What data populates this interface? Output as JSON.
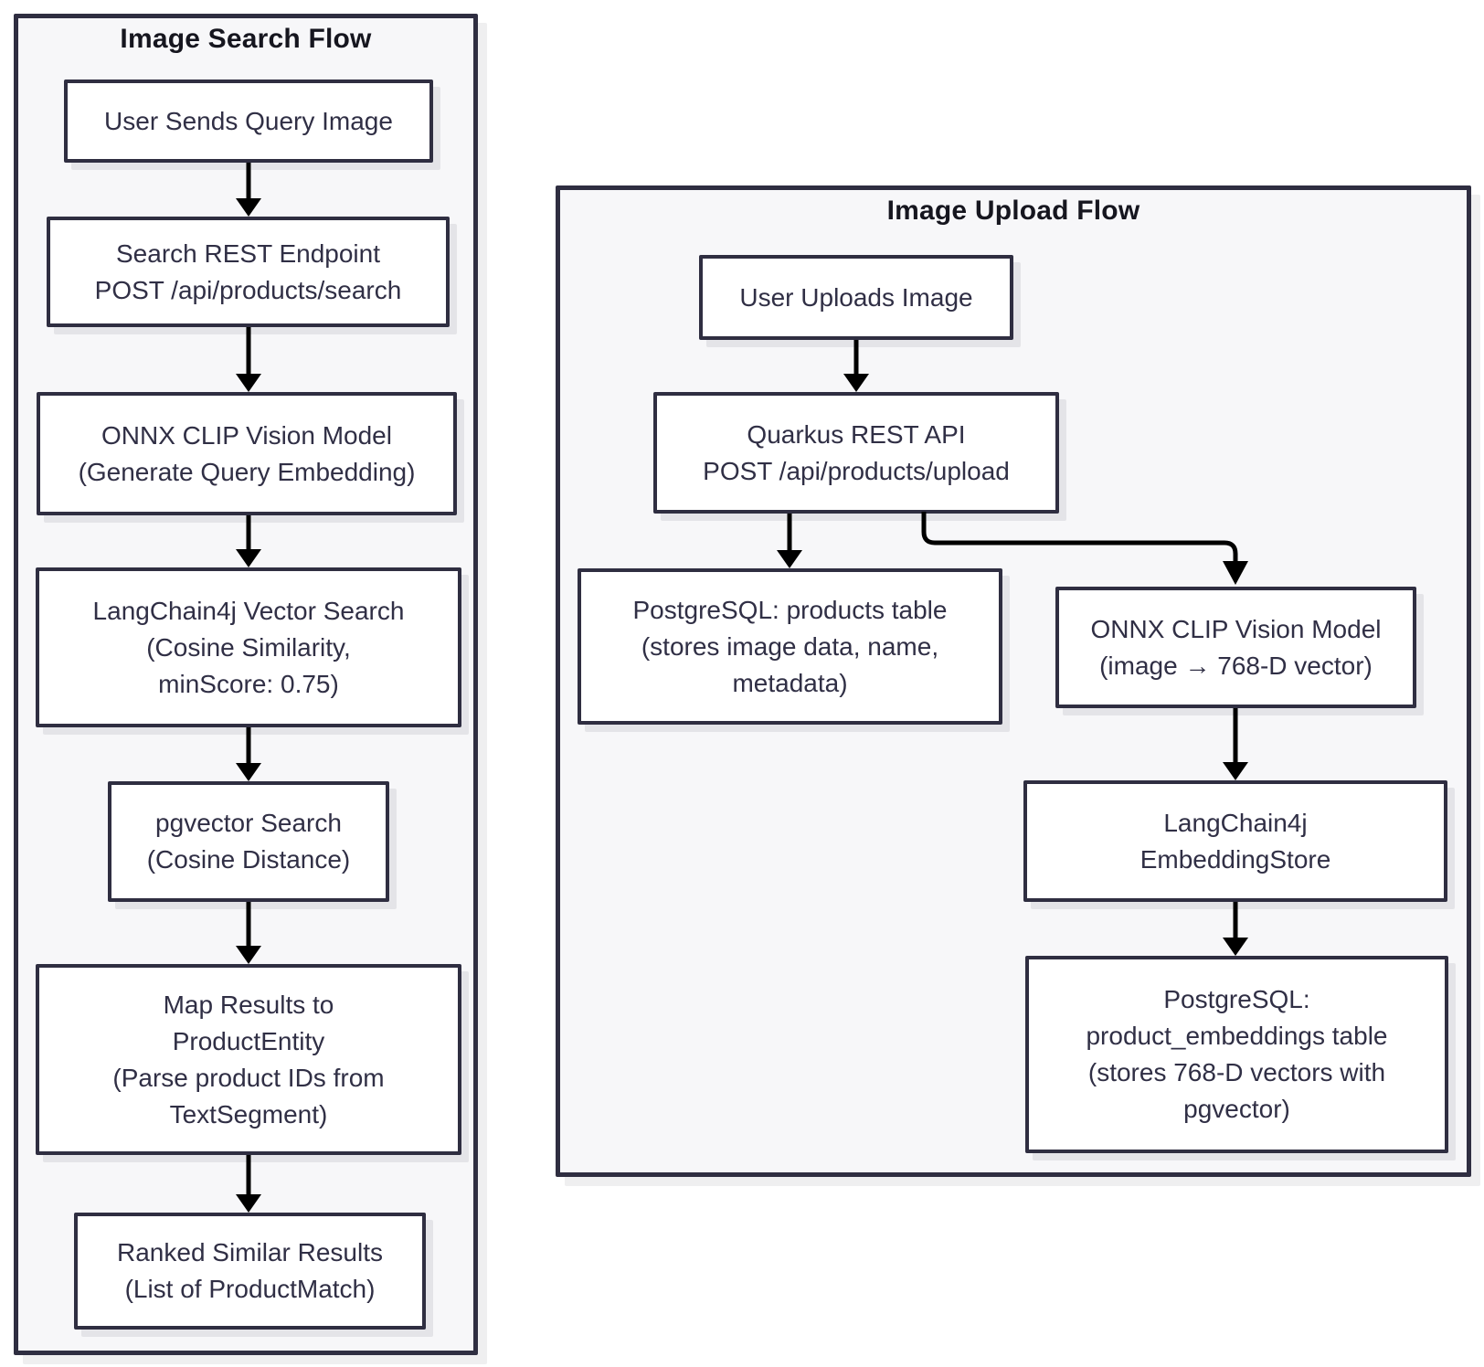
{
  "colors": {
    "page_background": "#ffffff",
    "panel_fill": "#f7f7f9",
    "node_fill": "#ffffff",
    "border": "#2f2e41",
    "text": "#302f45",
    "title_text": "#16161f",
    "arrow": "#000000"
  },
  "diagram": {
    "search_flow": {
      "title": "Image Search Flow",
      "nodes": [
        {
          "id": "user-sends-query-image",
          "text": "User Sends Query Image"
        },
        {
          "id": "search-rest-endpoint",
          "text": "Search REST Endpoint\nPOST /api/products/search"
        },
        {
          "id": "onnx-clip-query-embedding",
          "text": "ONNX CLIP Vision Model\n(Generate Query Embedding)"
        },
        {
          "id": "langchain4j-vector-search",
          "text": "LangChain4j Vector Search\n(Cosine Similarity,\nminScore: 0.75)"
        },
        {
          "id": "pgvector-search",
          "text": "pgvector Search\n(Cosine Distance)"
        },
        {
          "id": "map-results-productentity",
          "text": "Map Results to\nProductEntity\n(Parse product IDs from\nTextSegment)"
        },
        {
          "id": "ranked-similar-results",
          "text": "Ranked Similar Results\n(List of ProductMatch)"
        }
      ]
    },
    "upload_flow": {
      "title": "Image Upload Flow",
      "nodes": [
        {
          "id": "user-uploads-image",
          "text": "User Uploads Image"
        },
        {
          "id": "quarkus-rest-api",
          "text": "Quarkus REST API\nPOST /api/products/upload"
        },
        {
          "id": "postgresql-products-table",
          "text": "PostgreSQL: products table\n(stores image data, name,\nmetadata)"
        },
        {
          "id": "onnx-clip-vision-model",
          "text": "ONNX CLIP Vision Model\n(image → 768-D vector)"
        },
        {
          "id": "langchain4j-embeddingstore",
          "text": "LangChain4j\nEmbeddingStore"
        },
        {
          "id": "postgresql-product-embeddings",
          "text": "PostgreSQL:\nproduct_embeddings table\n(stores 768-D vectors with\npgvector)"
        }
      ]
    }
  }
}
